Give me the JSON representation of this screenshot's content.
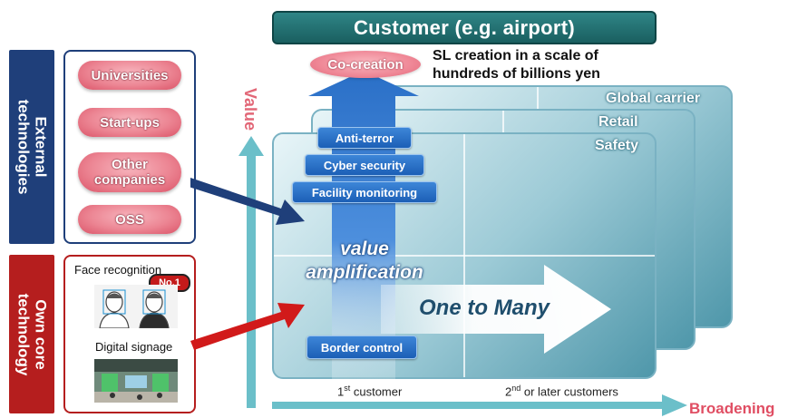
{
  "header": {
    "title": "Customer (e.g. airport)"
  },
  "cocreation": {
    "label": "Co-creation",
    "note_line1": "SL creation in a scale of",
    "note_line2": "hundreds of billions yen"
  },
  "external": {
    "bar_line1": "External",
    "bar_line2": "technologies",
    "items": [
      "Universities",
      "Start-ups",
      "Other companies",
      "OSS"
    ]
  },
  "own": {
    "bar_line1": "Own core",
    "bar_line2": "technology",
    "face_label": "Face recognition",
    "badge": "No.1",
    "signage_label": "Digital signage"
  },
  "axes": {
    "value_label": "Value",
    "broadening_label": "Broadening"
  },
  "layers": [
    "Global carrier",
    "Retail",
    "Safety"
  ],
  "technologies": [
    "Anti-terror",
    "Cyber security",
    "Facility monitoring",
    "Border control"
  ],
  "amplification_line1": "value",
  "amplification_line2": "amplification",
  "one_to_many": "One to Many",
  "customers": {
    "first": "1",
    "first_sup": "st",
    "first_rest": " customer",
    "second": "2",
    "second_sup": "nd",
    "second_rest": " or later customers"
  },
  "colors": {
    "header_bg": "#1f6b6c",
    "external_bar": "#1f3f7a",
    "own_bar": "#b51e1e",
    "pill": "#ec8593",
    "value_arrow": "#6bbfc9",
    "tech_button": "#2a6fc7"
  }
}
